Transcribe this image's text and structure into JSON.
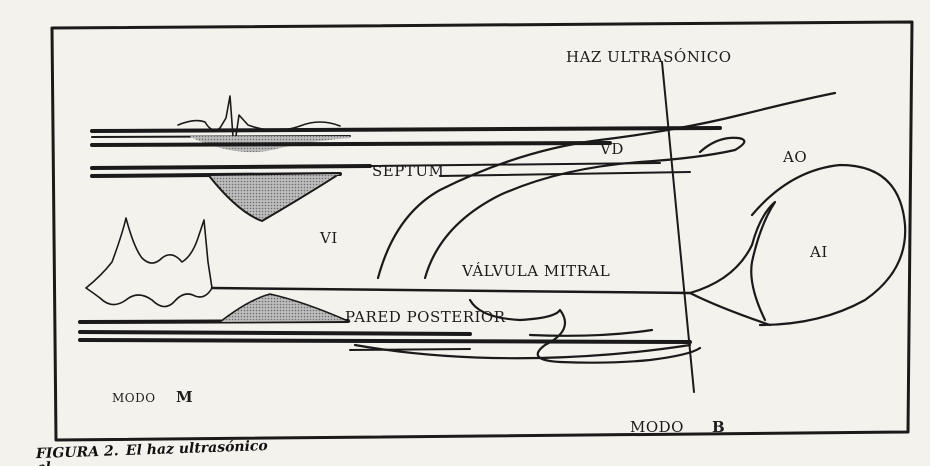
{
  "labels": {
    "haz_ultrasonico": "HAZ ULTRASÓNICO",
    "vd": "VD",
    "ao": "AO",
    "septum": "SEPTUM",
    "vi": "VI",
    "ai": "AI",
    "valvula_mitral": "VÁLVULA MITRAL",
    "pared_posterior": "PARED POSTERIOR",
    "modo_m": "MODO",
    "modo_m_letter": "M",
    "modo_b": "MODO",
    "modo_b_letter": "B"
  },
  "caption": {
    "figure": "FIGURA 2.",
    "text": "El haz ultrasónico",
    "trailing": "al"
  },
  "colors": {
    "ink": "#1a1a1a",
    "paper": "#f4f2ec",
    "hatch": "#8a8a8a"
  }
}
